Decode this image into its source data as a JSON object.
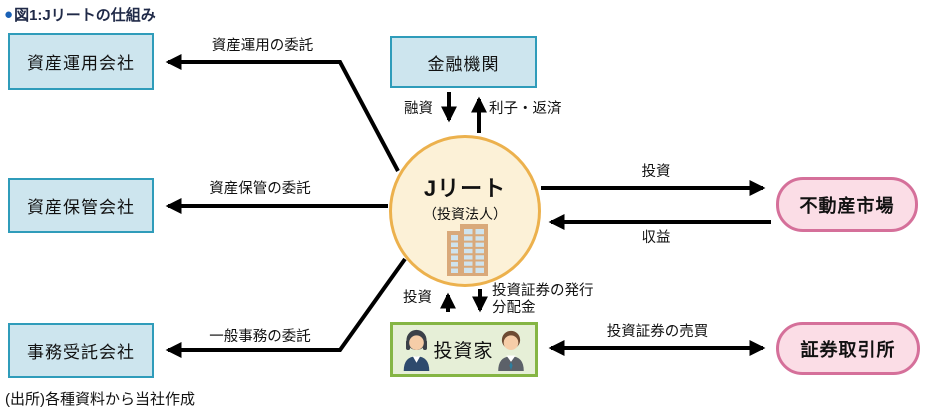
{
  "title": {
    "bullet": "●",
    "text": "図1:Jリートの仕組み"
  },
  "source_note": "(出所)各種資料から当社作成",
  "center": {
    "name": "Jリート",
    "subtitle": "（投資法人）",
    "icon": "building-icon"
  },
  "nodes": {
    "asset_management": {
      "label": "資産運用会社"
    },
    "financial_institution": {
      "label": "金融機関"
    },
    "asset_custody": {
      "label": "資産保管会社"
    },
    "admin_trustee": {
      "label": "事務受託会社"
    },
    "investors": {
      "label": "投資家",
      "icons": [
        "woman-icon",
        "man-icon"
      ]
    },
    "real_estate_market": {
      "label": "不動産市場"
    },
    "stock_exchange": {
      "label": "証券取引所"
    }
  },
  "edges": {
    "asset_management_delegation": "資産運用の委託",
    "loan": "融資",
    "interest_repayment": "利子・返済",
    "investment_to_market": "投資",
    "revenue": "収益",
    "asset_custody_delegation": "資産保管の委託",
    "general_affairs_delegation": "一般事務の委託",
    "investment_from_investors": "投資",
    "securities_issuance": "投資証券の発行",
    "distribution": "分配金",
    "securities_trading": "投資証券の売買"
  },
  "colors": {
    "title_bullet": "#1a61b6",
    "title_text": "#202a48",
    "blue_box_fill": "#cde5ee",
    "blue_box_border": "#2f9cba",
    "circle_fill": "#fcf1d7",
    "circle_border": "#ecb14d",
    "pink_box_fill": "#fbdde6",
    "pink_box_border": "#d5709a",
    "green_box_fill": "#e6efd7",
    "green_box_border": "#85b544",
    "arrow": "#000000"
  }
}
